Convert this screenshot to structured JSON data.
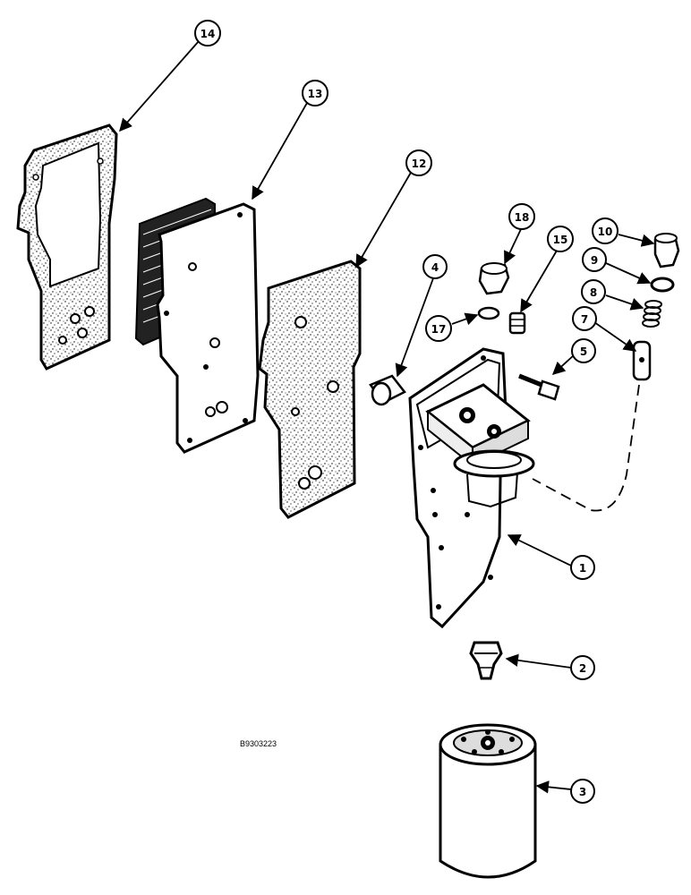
{
  "figure_id": "B9303223",
  "callouts": [
    {
      "id": "c1",
      "label": "1"
    },
    {
      "id": "c2",
      "label": "2"
    },
    {
      "id": "c3",
      "label": "3"
    },
    {
      "id": "c4",
      "label": "4"
    },
    {
      "id": "c5",
      "label": "5"
    },
    {
      "id": "c7",
      "label": "7"
    },
    {
      "id": "c8",
      "label": "8"
    },
    {
      "id": "c9",
      "label": "9"
    },
    {
      "id": "c10",
      "label": "10"
    },
    {
      "id": "c12",
      "label": "12"
    },
    {
      "id": "c13",
      "label": "13"
    },
    {
      "id": "c14",
      "label": "14"
    },
    {
      "id": "c15",
      "label": "15"
    },
    {
      "id": "c17",
      "label": "17"
    },
    {
      "id": "c18",
      "label": "18"
    }
  ]
}
